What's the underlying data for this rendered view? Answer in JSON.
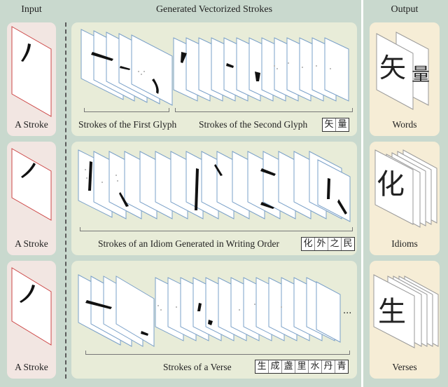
{
  "headers": {
    "input": "Input",
    "generated": "Generated Vectorized Strokes",
    "output": "Output"
  },
  "rows": [
    {
      "input_label": "A Stroke",
      "caption_a": "Strokes of the First Glyph",
      "caption_b": "Strokes of the Second Glyph",
      "glyphs": [
        "矢",
        "量"
      ],
      "output_label": "Words"
    },
    {
      "input_label": "A Stroke",
      "caption_a": "Strokes of an Idiom Generated in Writing Order",
      "glyphs": [
        "化",
        "外",
        "之",
        "民"
      ],
      "output_label": "Idioms"
    },
    {
      "input_label": "A Stroke",
      "caption_a": "Strokes of a Verse",
      "glyphs": [
        "生",
        "成",
        "盏",
        "里",
        "水",
        "丹",
        "青"
      ],
      "output_label": "Verses"
    }
  ],
  "continuation": "...",
  "output_glyphs": [
    "矢",
    "量",
    "化",
    "生"
  ],
  "colors": {
    "background": "#c9d9ce",
    "input_panel": "#f2e6e2",
    "generated_panel": "#e8ecd8",
    "output_panel": "#f6edd6",
    "stroke": "#111111",
    "card_edge_input": "#cc4444",
    "card_edge": "#7aa0c8"
  }
}
